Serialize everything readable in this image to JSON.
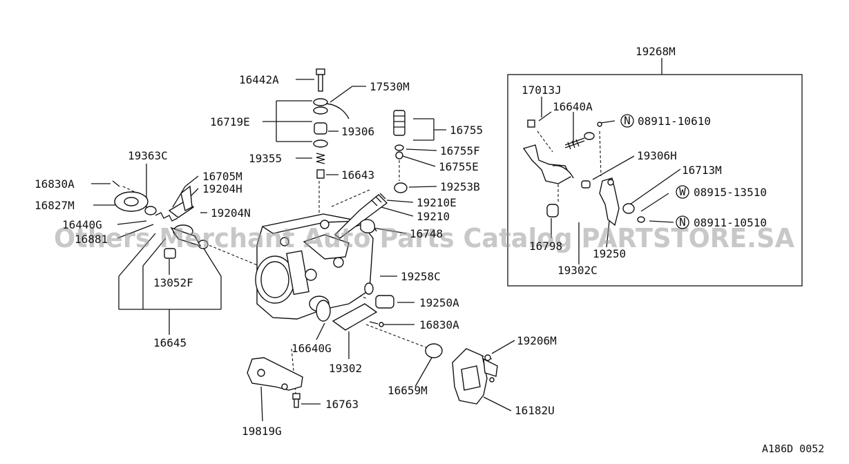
{
  "labels": {
    "p16442A": "16442A",
    "p17530M": "17530M",
    "p16719E": "16719E",
    "p19306": "19306",
    "p16755": "16755",
    "p19355": "19355",
    "p16755F": "16755F",
    "p16643": "16643",
    "p16755E": "16755E",
    "p19363C": "19363C",
    "p16705M": "16705M",
    "p16830A_top": "16830A",
    "p19204H": "19204H",
    "p19253B": "19253B",
    "p16827M": "16827M",
    "p19204N": "19204N",
    "p19210E": "19210E",
    "p16440G": "16440G",
    "p19210": "19210",
    "p16881": "16881",
    "p16748": "16748",
    "p13052F": "13052F",
    "p19258C": "19258C",
    "p19250A": "19250A",
    "p16830A_bot": "16830A",
    "p16645": "16645",
    "p16640G": "16640G",
    "p19206M": "19206M",
    "p19302": "19302",
    "p16659M": "16659M",
    "p16763": "16763",
    "p16182U": "16182U",
    "p19819G": "19819G",
    "p19268M": "19268M",
    "p17013J": "17013J",
    "p16640A": "16640A",
    "p08911_10610": "08911-10610",
    "p19306H": "19306H",
    "p16713M": "16713M",
    "p08915_13510": "08915-13510",
    "p08911_10510": "08911-10510",
    "p16798": "16798",
    "p19250": "19250",
    "p19302C": "19302C"
  },
  "markers": {
    "nut_1": "N",
    "washer": "W",
    "nut_2": "N"
  },
  "watermark": "Others Merchant Auto Parts Catalog PARTSTORE.SA",
  "diagram_code": "A186D 0052"
}
